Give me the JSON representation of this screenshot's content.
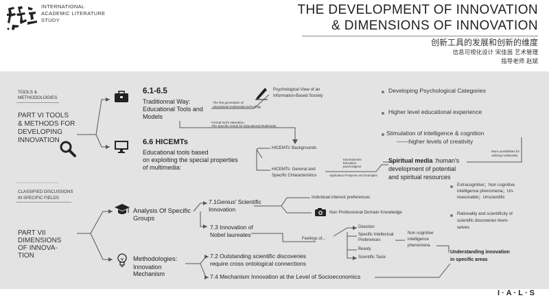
{
  "header": {
    "institute_lines": [
      "INTERNATIONAL",
      "ACADEMIC LITERATURE",
      "STUDY"
    ],
    "title_line1": "THE DEVELOPMENT OF INNOVATION",
    "title_line2": "& DIMENSIONS OF INNOVATION",
    "subtitle_cn": "创新工具的发展和创新的维度",
    "author_cn": "信息可视化设计 宋佳茵 艺术管理",
    "advisor_cn": "指导老师 赵斌"
  },
  "part6": {
    "section_tag_lines": [
      "TOOLS &",
      "METHODOLOGIES"
    ],
    "title_lines": [
      "PART VI TOOLS",
      "& METHODS FOR",
      "DEVELOPING",
      "INNOVATION"
    ],
    "branch1": {
      "number": "6.1-6.5",
      "title_lines": [
        "Traditionnal Way:",
        "Educational Tools and",
        "Models"
      ],
      "note_lines": [
        "The first generation of",
        "educational multimedia technology"
      ],
      "psych_lines": [
        "Psychological View of an",
        "Information-Based Society"
      ]
    },
    "saturation_lines": [
      "Formal tool's saturation,",
      "The Specific needs for Educational Multimedia"
    ],
    "branch2": {
      "number": "6.6 HICEMTs",
      "title_lines": [
        "Educational tools based",
        "on exploiting the special properties",
        "of multimedia:"
      ],
      "backgrounds": "HICEMTs' Backgrounds",
      "general_lines": [
        "HICEMTs: General and",
        "Specific CHaracteristics"
      ],
      "ent_lines": [
        "Entertainment",
        "Education",
        "psychological"
      ],
      "applications": "Application Prospects and Examples",
      "spiritual_bold": "Spiritual media",
      "spiritual_rest_lines": [
        ":human's",
        "development of potential",
        "and spiritual resources"
      ],
      "more_lines": [
        "More possibilities for",
        "utilizing multimedia"
      ]
    },
    "outcomes": {
      "o1": "Developing Psychological Categories",
      "o2": "Higher level educational experience",
      "o3_lines": [
        "Stimulation of intelligence & cognition",
        "——higher levels of creativity"
      ]
    }
  },
  "part7": {
    "section_tag_lines": [
      "CLASSIFIED DISCUSSIONS",
      "IN SPECIFIC FIELDS"
    ],
    "title_lines": [
      "PART VII",
      "DIMENSIONS",
      "OF INNOVA-",
      "TION"
    ],
    "groups": {
      "title_lines": [
        "Analysis Of Specific",
        "Groups"
      ],
      "g71_lines": [
        "7.1Genius' Scientific",
        "Innovation"
      ],
      "interest": "Individual interest preferences",
      "nonprof": "Non Professional Domain Knowledge",
      "g73_lines": [
        "7.3 Innovation of",
        "Nobel laureates"
      ],
      "feelings": "Feelings of...",
      "feel_items": [
        "Direction",
        "Specific Intellectual",
        "Preferences",
        "Beauty",
        "Scientific Taste"
      ],
      "noncog_lines": [
        "Non cognitive",
        "intelligence",
        "phenomena"
      ]
    },
    "method": {
      "title_lines": [
        "Methodologies:",
        "Innovation",
        "Mechanism"
      ],
      "m72_lines": [
        "7.2 Outstanding scientific discoveries",
        "require cross ontological connections"
      ],
      "m74": "7.4 Mechanism Innovation at the Level of Socioeconomics"
    },
    "right": {
      "extra_lines": [
        "Extracognitive；Non cognitive",
        "intelligence phenomena；Un-",
        "reasonable；Unscientific"
      ],
      "rational_lines": [
        "Rationality and scientificity of",
        "scientific discoveries them-",
        "selves"
      ],
      "understanding_lines": [
        "Understanding innovation",
        "in specific areas"
      ]
    }
  },
  "footer": {
    "brand": "I·A·L·S"
  }
}
